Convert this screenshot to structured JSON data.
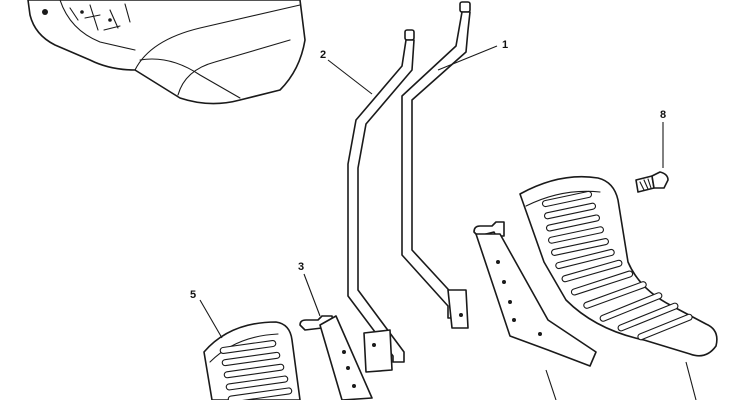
{
  "callouts": {
    "c1": "1",
    "c2": "2",
    "c3": "3",
    "c5": "5",
    "c8": "8"
  }
}
